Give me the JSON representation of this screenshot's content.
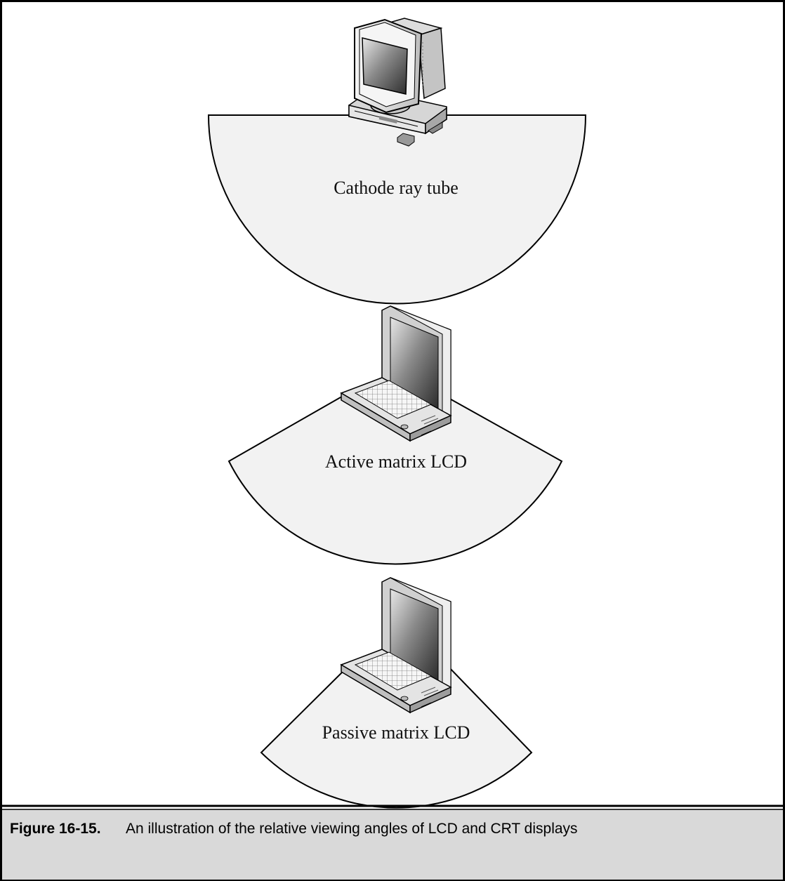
{
  "figure": {
    "number": "Figure 16-15.",
    "caption": "An illustration of the relative viewing angles of LCD and CRT displays"
  },
  "displays": [
    {
      "label": "Cathode ray tube",
      "device_icon": "crt-monitor-icon"
    },
    {
      "label": "Active matrix LCD",
      "device_icon": "laptop-icon"
    },
    {
      "label": "Passive matrix LCD",
      "device_icon": "laptop-icon"
    }
  ],
  "colors": {
    "sector_fill": "#f2f2f2",
    "caption_bar": "#d9d9d9",
    "outline": "#000000"
  }
}
